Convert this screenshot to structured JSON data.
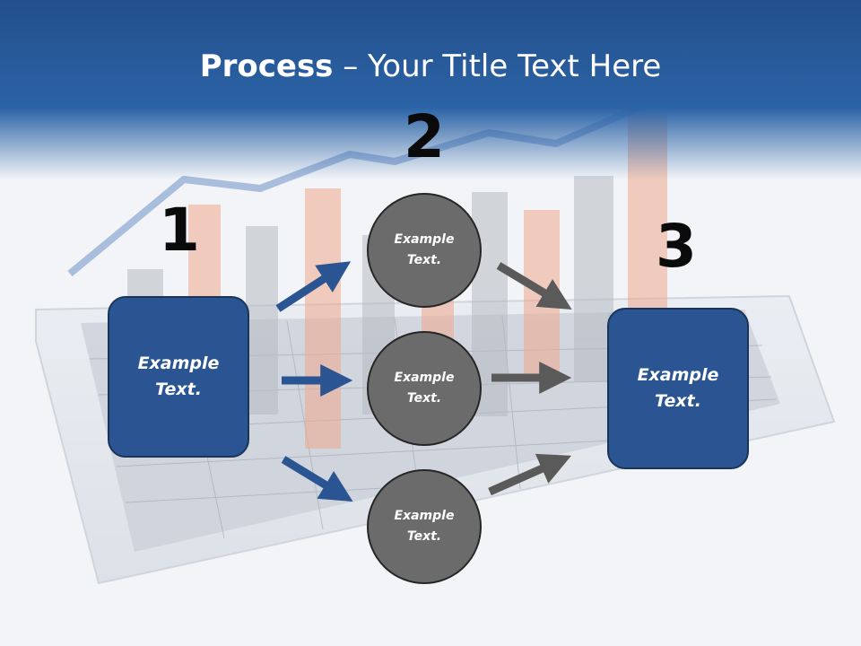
{
  "title": {
    "bold": "Process",
    "rest": " – Your Title Text Here"
  },
  "steps": {
    "one": "1",
    "two": "2",
    "three": "3"
  },
  "left_box": {
    "text": "Example\nText."
  },
  "right_box": {
    "text": "Example\nText."
  },
  "circles": [
    {
      "text": "Example\nText."
    },
    {
      "text": "Example\nText."
    },
    {
      "text": "Example\nText."
    }
  ],
  "colors": {
    "header": "#2b63a6",
    "box_fill": "#2b5592",
    "circle_fill": "#6b6b6b",
    "blue_arrow": "#2b5592",
    "gray_arrow": "#5a5a5a"
  }
}
